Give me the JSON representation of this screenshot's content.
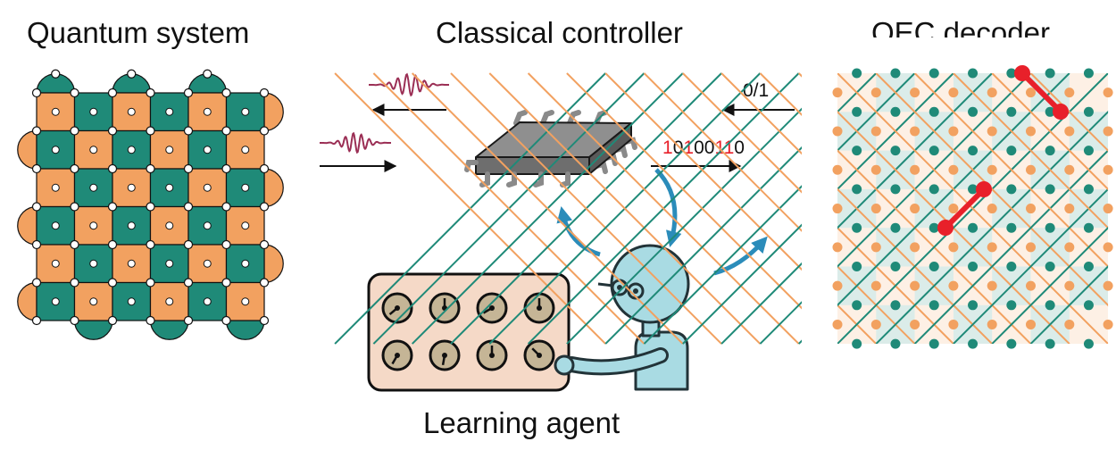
{
  "titles": {
    "quantum": "Quantum system",
    "controller": "Classical controller",
    "decoder": "QEC decoder",
    "agent": "Learning agent"
  },
  "labels": {
    "syndrome_bit": "0/1",
    "bitstring": [
      {
        "ch": "1",
        "hl": true
      },
      {
        "ch": "0",
        "hl": false
      },
      {
        "ch": "1",
        "hl": true
      },
      {
        "ch": "0",
        "hl": false
      },
      {
        "ch": "0",
        "hl": false
      },
      {
        "ch": "1",
        "hl": true
      },
      {
        "ch": "1",
        "hl": true
      },
      {
        "ch": "0",
        "hl": false
      }
    ]
  },
  "colors": {
    "teal": "#1f8a78",
    "orange": "#f2a160",
    "wave": "#9b2f55",
    "arrow_blue": "#2b8cba",
    "red": "#e8202a",
    "robot": "#a9dbe3",
    "robot_edge": "#223338",
    "panel": "#f5d9c7",
    "dial": "#c5b596",
    "chip": "#8d8d8d"
  },
  "icons": [
    "surface-code-lattice-icon",
    "microwave-pulse-icon",
    "chip-icon",
    "decoder-graph-icon",
    "robot-icon",
    "control-panel-icon",
    "dial-icon"
  ]
}
